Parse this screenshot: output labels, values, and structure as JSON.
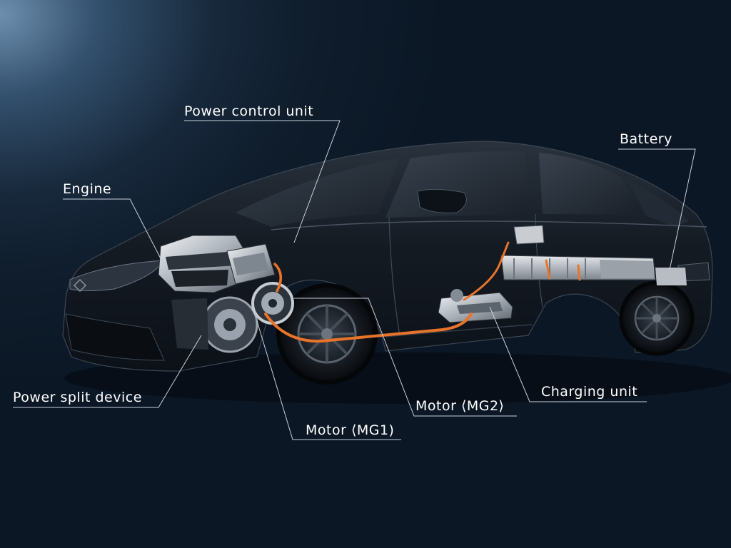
{
  "labels": {
    "power_control_unit": "Power control unit",
    "battery": "Battery",
    "engine": "Engine",
    "power_split_device": "Power split device",
    "motor_mg1": "Motor ⟨MG1)",
    "motor_mg2": "Motor ⟨MG2⟩",
    "charging_unit": "Charging unit"
  },
  "colors": {
    "background": "#0b1826",
    "car_body": "#141a22",
    "label_text": "#ffffff",
    "leader_line": "#c9d1da",
    "hv_cable": "#e8742a"
  }
}
